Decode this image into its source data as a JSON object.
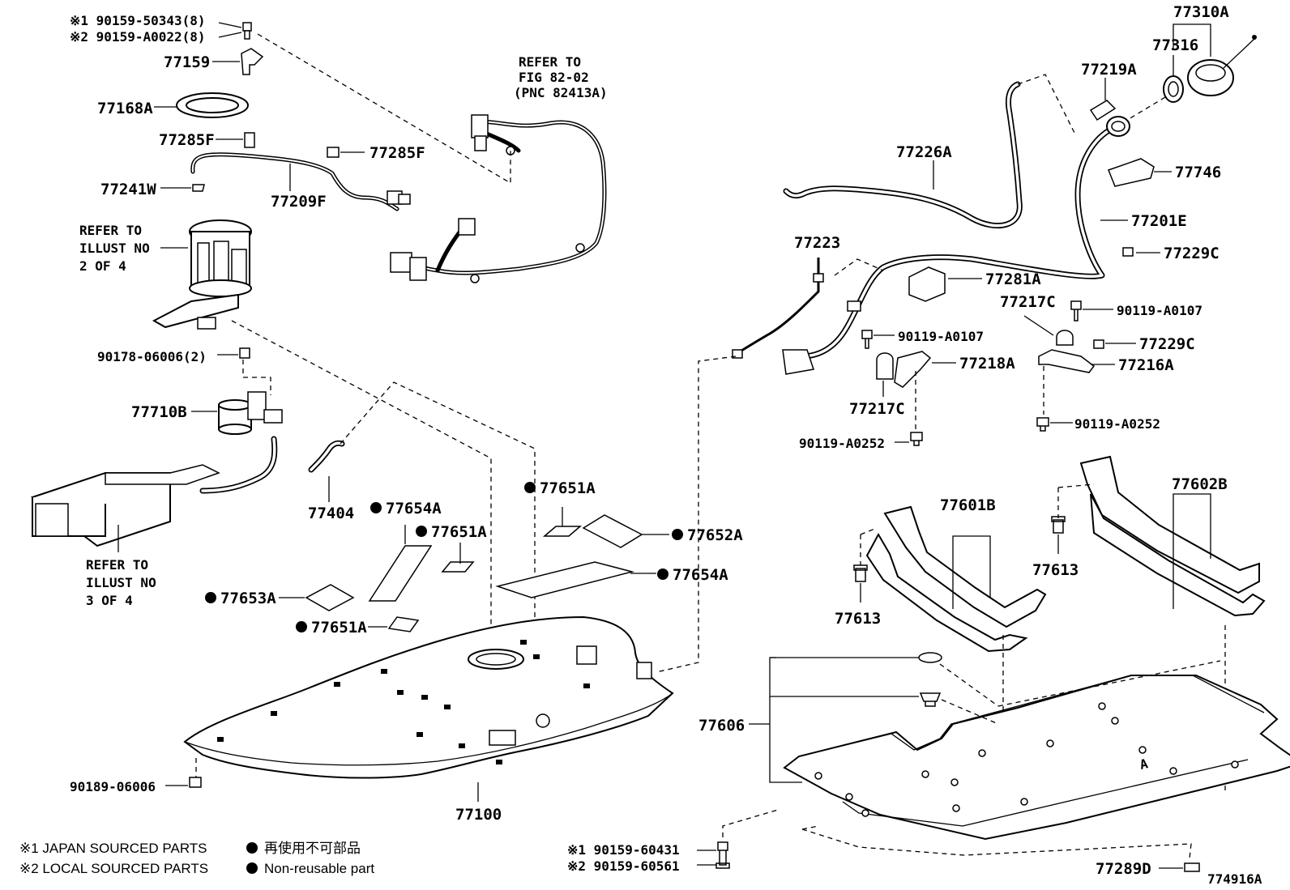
{
  "callouts": {
    "c1": "※1 90159-50343(8)",
    "c2": "※2 90159-A0022(8)",
    "p77159": "77159",
    "p77168A": "77168A",
    "p77285F_a": "77285F",
    "p77285F_b": "77285F",
    "p77241W": "77241W",
    "p77209F": "77209F",
    "p90178": "90178-06006(2)",
    "p77710B": "77710B",
    "p77404": "77404",
    "p77654A_a": "77654A",
    "p77651A_a": "77651A",
    "p77651A_b": "77651A",
    "p77651A_c": "77651A",
    "p77652A": "77652A",
    "p77654A_b": "77654A",
    "p77653A": "77653A",
    "p90189": "90189-06006",
    "p77100": "77100",
    "p77310A": "77310A",
    "p77316": "77316",
    "p77219A": "77219A",
    "p77226A": "77226A",
    "p77746": "77746",
    "p77201E": "77201E",
    "p77223": "77223",
    "p77229C_a": "77229C",
    "p77281A": "77281A",
    "p77217C_a": "77217C",
    "p90119_A0107_a": "90119-A0107",
    "p90119_A0107_b": "90119-A0107",
    "p77229C_b": "77229C",
    "p77218A": "77218A",
    "p77216A": "77216A",
    "p77217C_b": "77217C",
    "p90119_A0252_a": "90119-A0252",
    "p90119_A0252_b": "90119-A0252",
    "p77602B": "77602B",
    "p77601B": "77601B",
    "p77613_a": "77613",
    "p77613_b": "77613",
    "p77606": "77606",
    "c3": "※1  90159-60431",
    "c4": "※2  90159-60561",
    "p77289D": "77289D"
  },
  "notes": {
    "refer_fig_1": "REFER TO",
    "refer_fig_2": "FIG 82-02",
    "refer_fig_3": "(PNC 82413A)",
    "refer_ill2_1": "REFER TO",
    "refer_ill2_2": "ILLUST NO",
    "refer_ill2_3": "2 OF 4",
    "refer_ill3_1": "REFER TO",
    "refer_ill3_2": "ILLUST NO",
    "refer_ill3_3": "3 OF 4"
  },
  "legend": {
    "japan": "※1  JAPAN SOURCED PARTS",
    "local": "※2  LOCAL SOURCED PARTS",
    "reuse_jp": "再使用不可部品",
    "reuse_en": "Non-reusable part"
  },
  "figure_id": "774916A"
}
